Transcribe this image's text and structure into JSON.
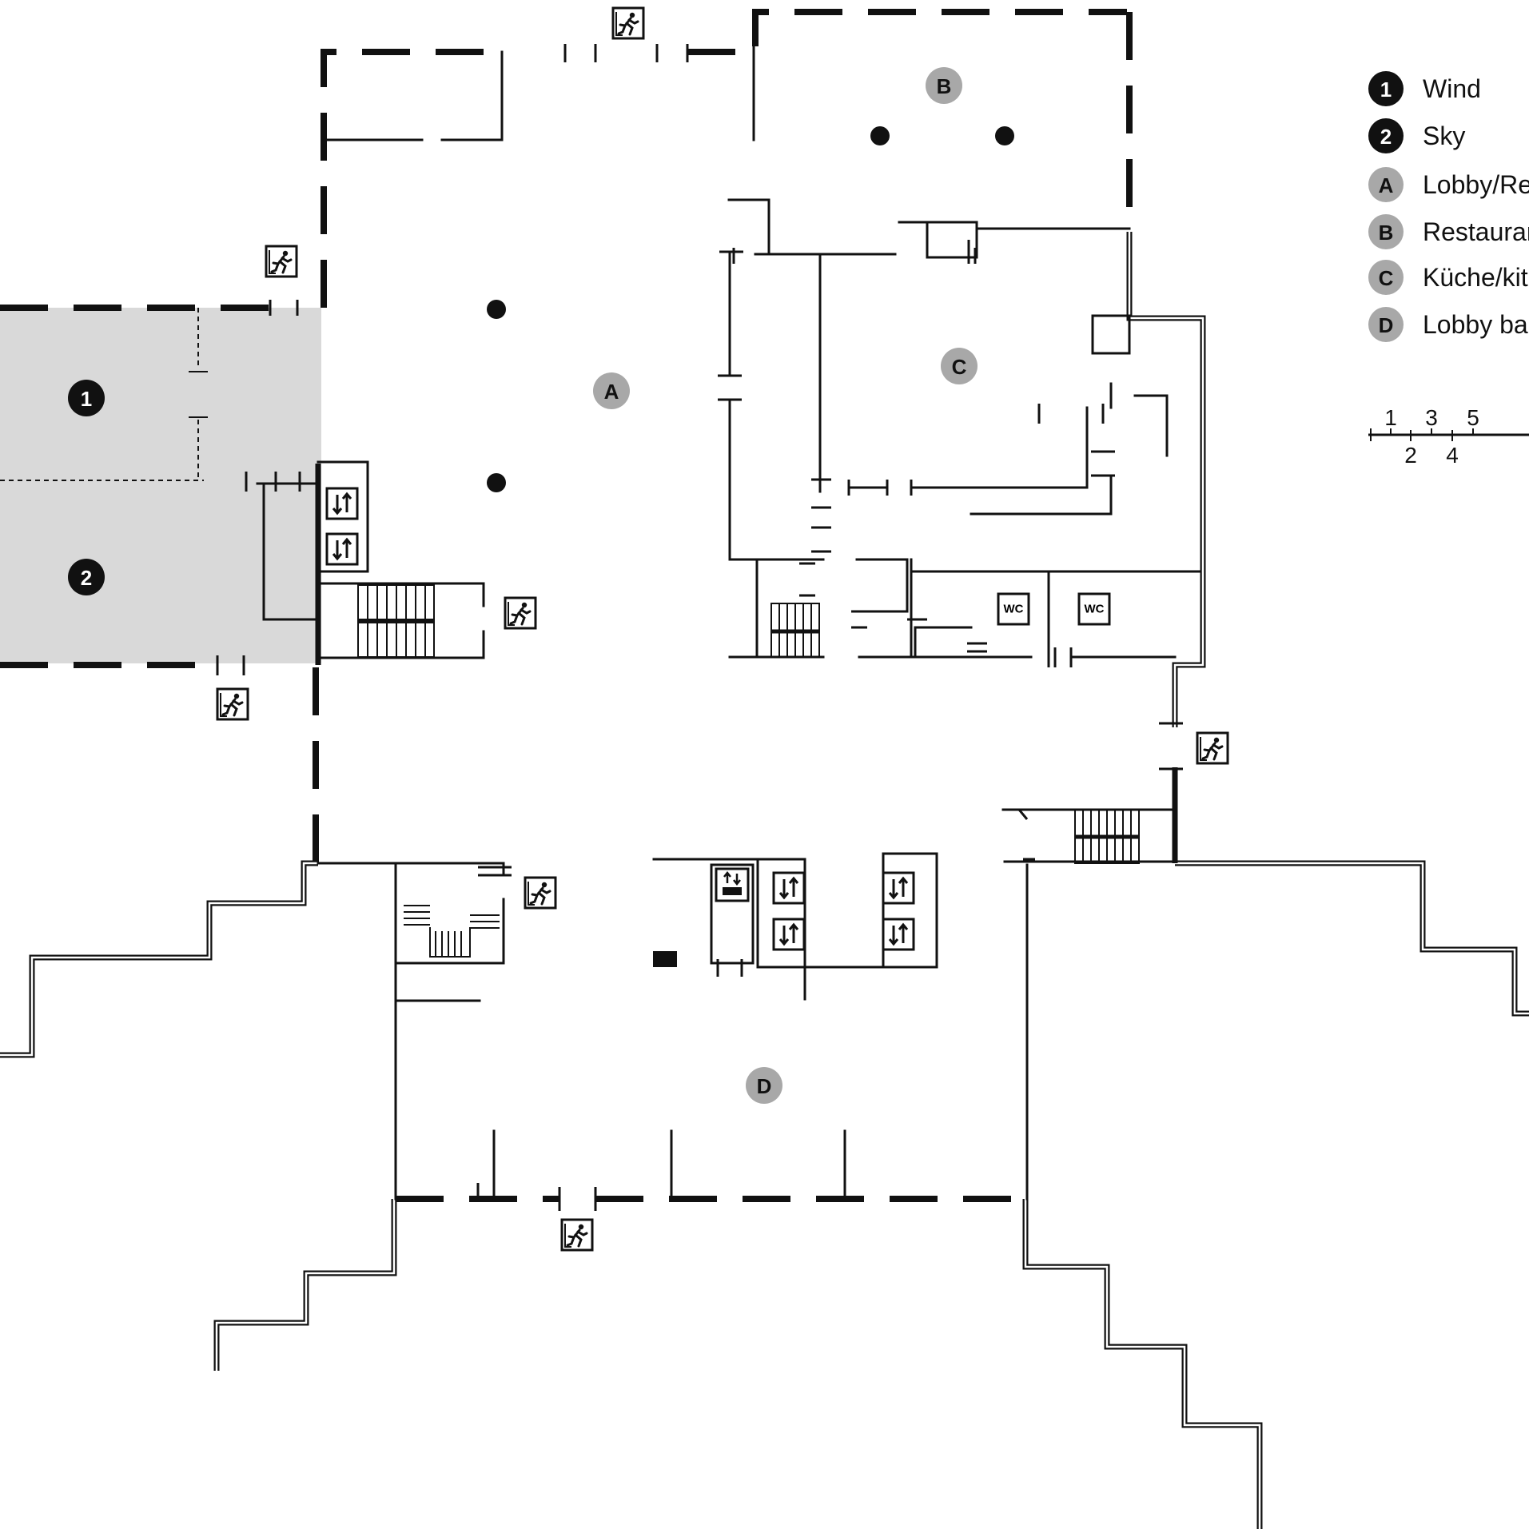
{
  "legend": [
    {
      "key": "1",
      "label": "Wind",
      "style": "dark"
    },
    {
      "key": "2",
      "label": "Sky",
      "style": "dark"
    },
    {
      "key": "A",
      "label": "Lobby/Re",
      "style": "grey"
    },
    {
      "key": "B",
      "label": "Restauran",
      "style": "grey"
    },
    {
      "key": "C",
      "label": "Küche/kitc",
      "style": "grey"
    },
    {
      "key": "D",
      "label": "Lobby bar",
      "style": "grey"
    }
  ],
  "scale": {
    "top_labels": [
      "1",
      "3",
      "5"
    ],
    "bottom_labels": [
      "2",
      "4"
    ]
  },
  "rooms": {
    "wind": "1",
    "sky": "2",
    "lobby": "A",
    "restaurant": "B",
    "kitchen": "C",
    "lobby_bar": "D"
  },
  "wc_labels": [
    "WC",
    "WC"
  ],
  "icons": {
    "exit": "emergency-exit-icon",
    "elevator": "elevator-icon",
    "freight": "freight-elevator-icon"
  },
  "colors": {
    "highlight_area": "#d9d9d9",
    "marker_dark": "#111111",
    "marker_grey": "#a8a8a8"
  }
}
